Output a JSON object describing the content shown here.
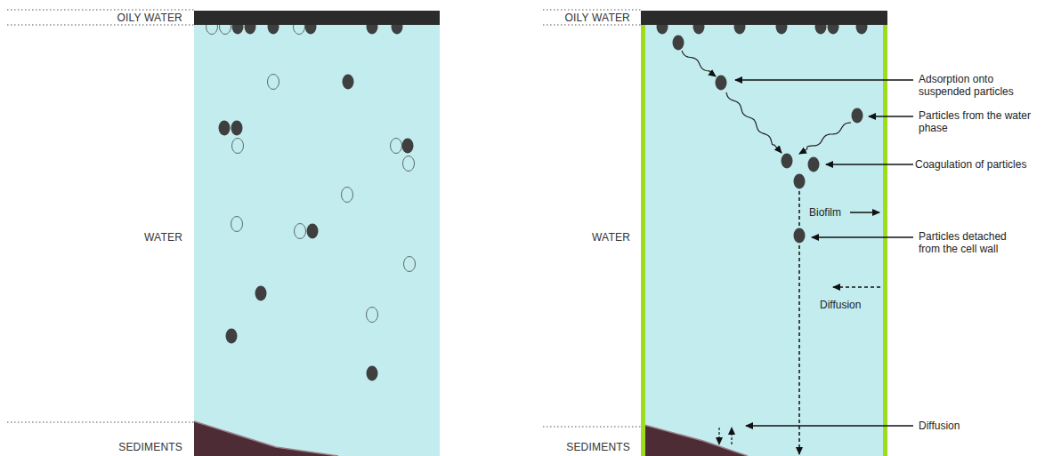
{
  "diagram": {
    "labels": [
      "OILY WATER",
      "WATER",
      "SEDIMENTS",
      "OILY WATER",
      "WATER",
      "SEDIMENTS",
      "Adsorption onto suspended particles",
      "Particles from the water phase",
      "Coagulation of particles",
      "Biofilm",
      "Particles detached from the cell wall",
      "Diffusion",
      "Diffusion"
    ]
  }
}
